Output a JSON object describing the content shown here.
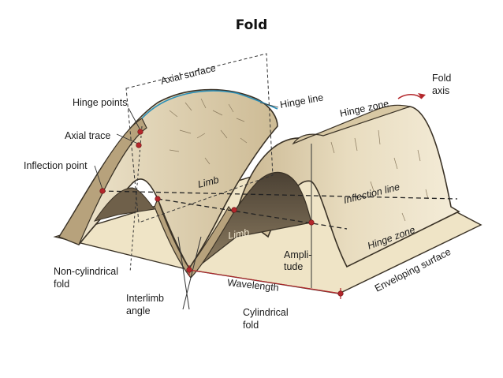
{
  "title": "Fold",
  "labels": {
    "axial_surface": "Axial surface",
    "hinge_line": "Hinge line",
    "hinge_points": "Hinge points",
    "axial_trace": "Axial trace",
    "inflection_point": "Inflection point",
    "limb_upper": "Limb",
    "limb_lower": "Limb",
    "hinge_zone_top": "Hinge zone",
    "fold_axis_1": "Fold",
    "fold_axis_2": "axis",
    "inflection_line": "Inflection line",
    "hinge_zone_bottom": "Hinge zone",
    "enveloping_surface": "Enveloping surface",
    "amplitude_1": "Ampli-",
    "amplitude_2": "tude",
    "wavelength": "Wavelength",
    "non_cylindrical_1": "Non-cylindrical",
    "non_cylindrical_2": "fold",
    "interlimb_1": "Interlimb",
    "interlimb_2": "angle",
    "cylindrical_1": "Cylindrical",
    "cylindrical_2": "fold"
  },
  "colors": {
    "surface_light": "#f2ead6",
    "surface_mid": "#d9c9a6",
    "surface_dark": "#7a6a52",
    "edge": "#3a3226",
    "marker": "#b3262b",
    "hinge_line": "#2a8fb8"
  }
}
